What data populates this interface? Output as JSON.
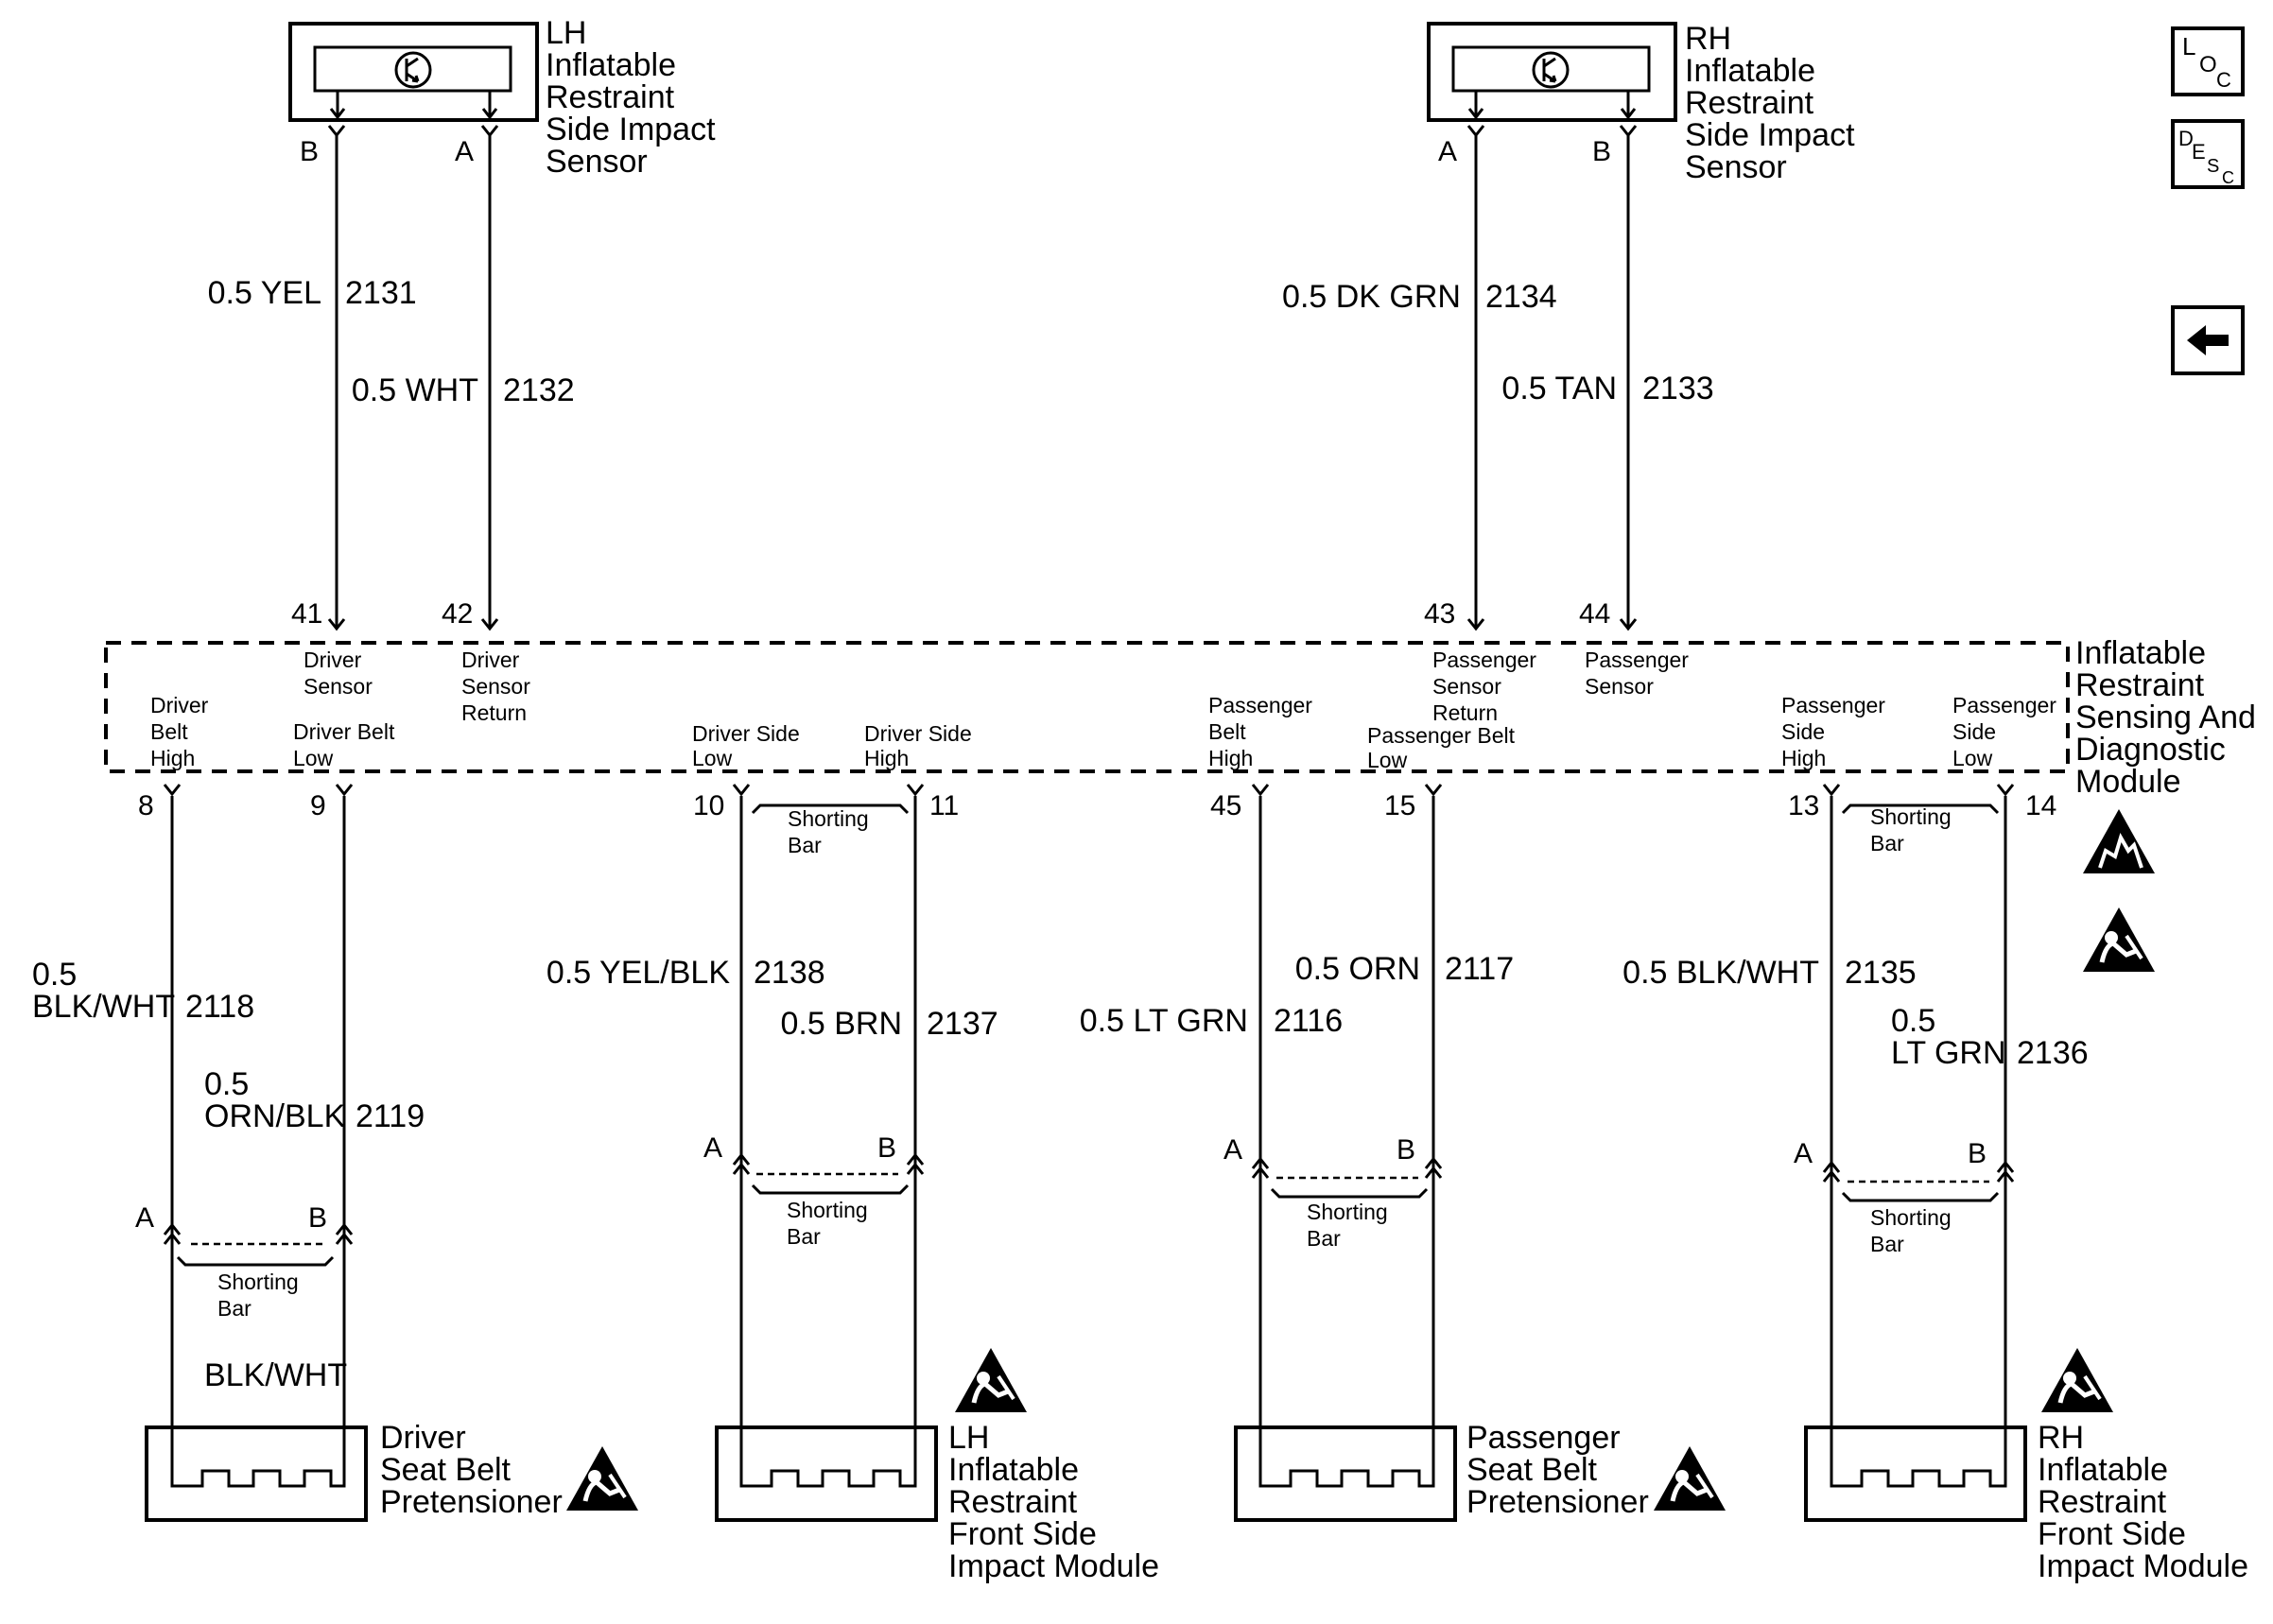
{
  "lh_sensor": {
    "name": [
      "LH",
      "Inflatable",
      "Restraint",
      "Side Impact",
      "Sensor"
    ],
    "pin_b": "B",
    "pin_a": "A"
  },
  "rh_sensor": {
    "name": [
      "RH",
      "Inflatable",
      "Restraint",
      "Side Impact",
      "Sensor"
    ],
    "pin_a": "A",
    "pin_b": "B"
  },
  "wires": {
    "w2131": {
      "size": "0.5 YEL",
      "circuit": "2131"
    },
    "w2132": {
      "size": "0.5 WHT",
      "circuit": "2132"
    },
    "w2134": {
      "size": "0.5 DK GRN",
      "circuit": "2134"
    },
    "w2133": {
      "size": "0.5 TAN",
      "circuit": "2133"
    },
    "w2118": {
      "size": "0.5",
      "color": "BLK/WHT",
      "circuit": "2118"
    },
    "w2119": {
      "size": "0.5",
      "color": "ORN/BLK",
      "circuit": "2119"
    },
    "w2138": {
      "size": "0.5 YEL/BLK",
      "circuit": "2138"
    },
    "w2137": {
      "size": "0.5 BRN",
      "circuit": "2137"
    },
    "w2116": {
      "size": "0.5 LT GRN",
      "circuit": "2116"
    },
    "w2117": {
      "size": "0.5 ORN",
      "circuit": "2117"
    },
    "w2135": {
      "size": "0.5 BLK/WHT",
      "circuit": "2135"
    },
    "w2136": {
      "size": "0.5",
      "color": "LT GRN",
      "circuit": "2136"
    },
    "driver_pigtail": "BLK/WHT"
  },
  "module": {
    "name": [
      "Inflatable",
      "Restraint",
      "Sensing And",
      "Diagnostic",
      "Module"
    ],
    "top_pins": {
      "p41": "41",
      "p42": "42",
      "p43": "43",
      "p44": "44"
    },
    "bottom_pins": {
      "p8": "8",
      "p9": "9",
      "p10": "10",
      "p11": "11",
      "p45": "45",
      "p15": "15",
      "p13": "13",
      "p14": "14"
    },
    "terminals": {
      "driver_sensor": [
        "Driver",
        "Sensor"
      ],
      "driver_sensor_return": [
        "Driver",
        "Sensor",
        "Return"
      ],
      "passenger_sensor_return": [
        "Passenger",
        "Sensor",
        "Return"
      ],
      "passenger_sensor": [
        "Passenger",
        "Sensor"
      ],
      "driver_belt_high": [
        "Driver",
        "Belt",
        "High"
      ],
      "driver_belt_low": "Driver Belt",
      "driver_belt_low_2": "Low",
      "driver_side_low": [
        "Driver Side",
        "Low"
      ],
      "driver_side_high": [
        "Driver Side",
        "High"
      ],
      "passenger_belt_high": [
        "Passenger",
        "Belt",
        "High"
      ],
      "passenger_belt_low": [
        "Passenger Belt",
        "Low"
      ],
      "passenger_side_high": [
        "Passenger",
        "Side",
        "High"
      ],
      "passenger_side_low": [
        "Passenger",
        "Side",
        "Low"
      ]
    }
  },
  "shorting_bar": [
    "Shorting",
    "Bar"
  ],
  "connector_pins": {
    "a": "A",
    "b": "B"
  },
  "components": {
    "driver_pretensioner": [
      "Driver",
      "Seat Belt",
      "Pretensioner"
    ],
    "lh_front_module": [
      "LH",
      "Inflatable",
      "Restraint",
      "Front Side",
      "Impact Module"
    ],
    "passenger_pretensioner": [
      "Passenger",
      "Seat Belt",
      "Pretensioner"
    ],
    "rh_front_module": [
      "RH",
      "Inflatable",
      "Restraint",
      "Front Side",
      "Impact Module"
    ]
  },
  "side_icons": {
    "loc": "L O C",
    "desc": "D E S C",
    "back_icon": "left-arrow-icon",
    "esd_icon": "esd-warning-icon",
    "srs_icon": "airbag-warning-icon"
  }
}
